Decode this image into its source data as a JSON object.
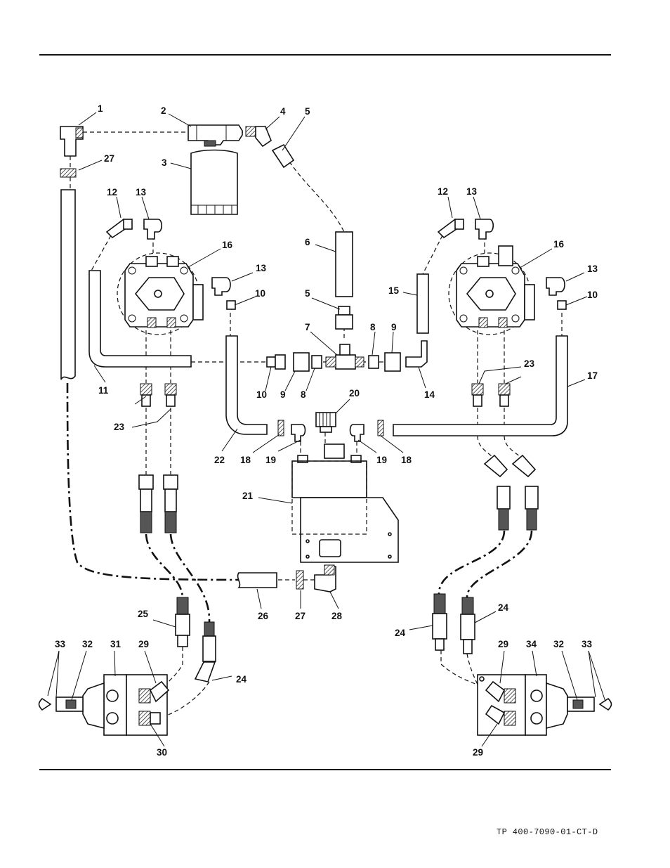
{
  "footer": {
    "doc_code": "TP 400-7090-01-CT-D"
  },
  "callouts": [
    {
      "id": "c1",
      "text": "1"
    },
    {
      "id": "c2",
      "text": "2"
    },
    {
      "id": "c3",
      "text": "3"
    },
    {
      "id": "c4",
      "text": "4"
    },
    {
      "id": "c5a",
      "text": "5"
    },
    {
      "id": "c27a",
      "text": "27"
    },
    {
      "id": "c12a",
      "text": "12"
    },
    {
      "id": "c13a",
      "text": "13"
    },
    {
      "id": "c16a",
      "text": "16"
    },
    {
      "id": "c13b",
      "text": "13"
    },
    {
      "id": "c10a",
      "text": "10"
    },
    {
      "id": "c6",
      "text": "6"
    },
    {
      "id": "c5b",
      "text": "5"
    },
    {
      "id": "c7",
      "text": "7"
    },
    {
      "id": "c8a",
      "text": "8"
    },
    {
      "id": "c9a",
      "text": "9"
    },
    {
      "id": "c15",
      "text": "15"
    },
    {
      "id": "c12b",
      "text": "12"
    },
    {
      "id": "c13c",
      "text": "13"
    },
    {
      "id": "c16b",
      "text": "16"
    },
    {
      "id": "c13d",
      "text": "13"
    },
    {
      "id": "c10b",
      "text": "10"
    },
    {
      "id": "c11",
      "text": "11"
    },
    {
      "id": "c10c",
      "text": "10"
    },
    {
      "id": "c9b",
      "text": "9"
    },
    {
      "id": "c8b",
      "text": "8"
    },
    {
      "id": "c14",
      "text": "14"
    },
    {
      "id": "c23a",
      "text": "23"
    },
    {
      "id": "c23b",
      "text": "23"
    },
    {
      "id": "c17",
      "text": "17"
    },
    {
      "id": "c20",
      "text": "20"
    },
    {
      "id": "c22",
      "text": "22"
    },
    {
      "id": "c18a",
      "text": "18"
    },
    {
      "id": "c19a",
      "text": "19"
    },
    {
      "id": "c19b",
      "text": "19"
    },
    {
      "id": "c18b",
      "text": "18"
    },
    {
      "id": "c21",
      "text": "21"
    },
    {
      "id": "c25",
      "text": "25"
    },
    {
      "id": "c26",
      "text": "26"
    },
    {
      "id": "c27b",
      "text": "27"
    },
    {
      "id": "c28",
      "text": "28"
    },
    {
      "id": "c24a",
      "text": "24"
    },
    {
      "id": "c24b",
      "text": "24"
    },
    {
      "id": "c24c",
      "text": "24"
    },
    {
      "id": "c33a",
      "text": "33"
    },
    {
      "id": "c32a",
      "text": "32"
    },
    {
      "id": "c31",
      "text": "31"
    },
    {
      "id": "c29a",
      "text": "29"
    },
    {
      "id": "c30",
      "text": "30"
    },
    {
      "id": "c29b",
      "text": "29"
    },
    {
      "id": "c34",
      "text": "34"
    },
    {
      "id": "c32b",
      "text": "32"
    },
    {
      "id": "c33b",
      "text": "33"
    },
    {
      "id": "c29c",
      "text": "29"
    }
  ]
}
